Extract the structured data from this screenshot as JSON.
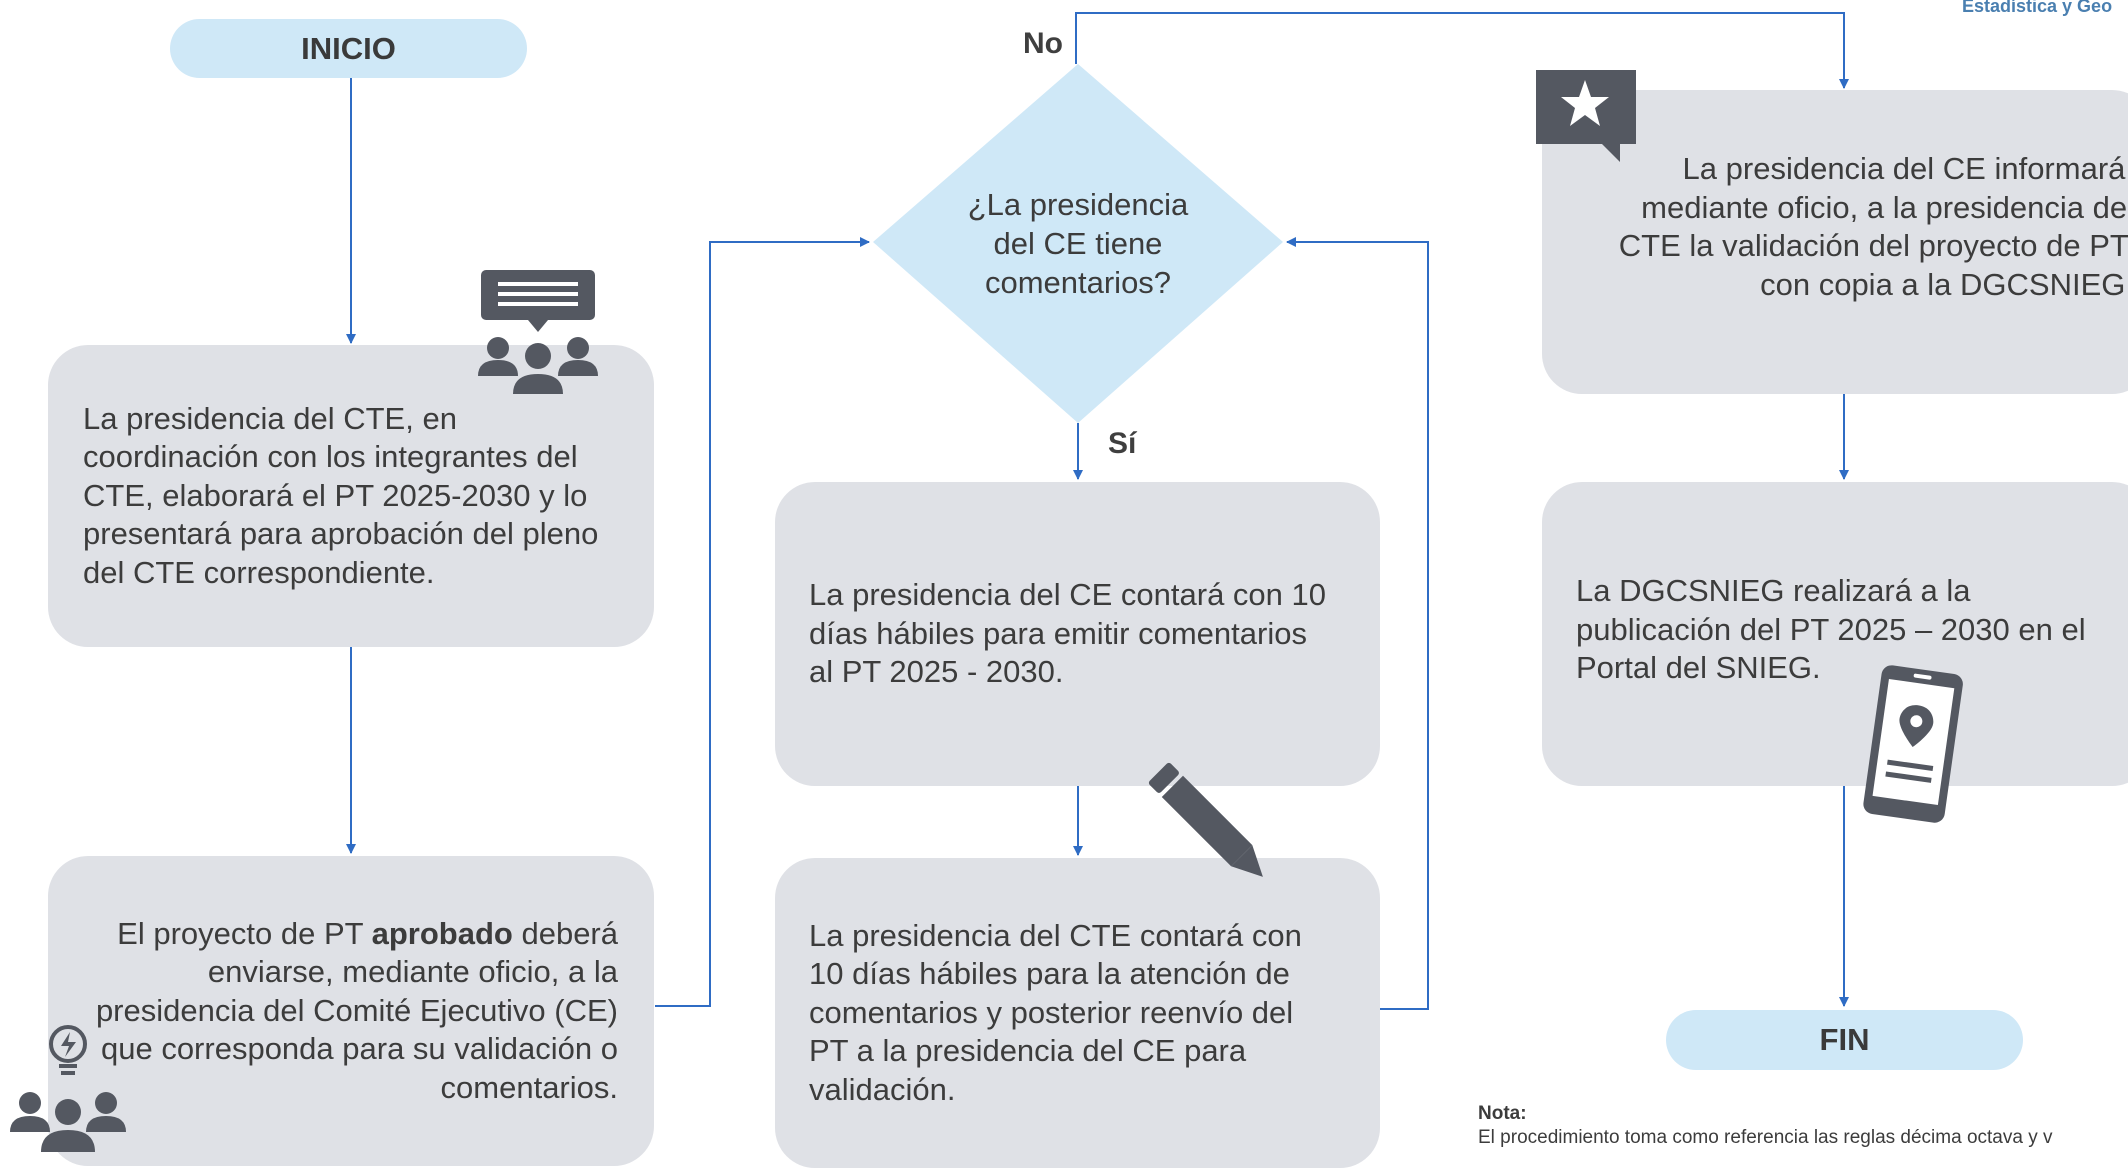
{
  "header": {
    "brand_fragment": "Estadística y Geo"
  },
  "flow": {
    "start": "INICIO",
    "end": "FIN",
    "step1": "La presidencia del CTE, en coordinación con los integrantes del CTE, elaborará el PT 2025-2030 y lo presentará para aprobación del pleno del CTE correspondiente.",
    "step2": {
      "line1_before": "El proyecto de PT ",
      "line1_bold": "aprobado",
      "line1_after": " deberá",
      "rest": "enviarse, mediante oficio, a la presidencia del Comité Ejecutivo (CE) que corresponda para su validación o comentarios."
    },
    "decision": "¿La presidencia del CE tiene comentarios?",
    "no_label": "No",
    "yes_label": "Sí",
    "step3": "La presidencia del CE contará con 10 días hábiles para emitir comentarios al PT 2025 - 2030.",
    "step4": "La presidencia del CTE contará con 10 días hábiles para la atención de comentarios y posterior reenvío del PT a la presidencia del CE para validación.",
    "step5": "La presidencia del CE informará, mediante oficio, a la presidencia del CTE la validación del proyecto de PT, con copia a la DGCSNIEG.",
    "step6": "La DGCSNIEG realizará a la publicación del PT 2025 – 2030 en el Portal del SNIEG."
  },
  "note": {
    "title": "Nota:",
    "text": "El procedimiento toma como referencia las reglas décima octava y v"
  },
  "colors": {
    "arrow": "#2f6cc4",
    "terminal": "#cfe8f7",
    "process": "#dfe1e6",
    "icon": "#545861"
  }
}
